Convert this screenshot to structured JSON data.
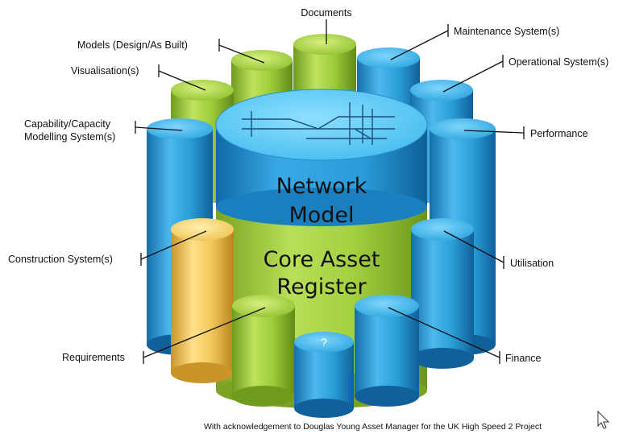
{
  "hub": {
    "network_model_line1": "Network",
    "network_model_line2": "Model",
    "core_register_line1": "Core Asset",
    "core_register_line2": "Register"
  },
  "labels": {
    "documents": "Documents",
    "models": "Models (Design/As Built)",
    "visualisation": "Visualisation(s)",
    "capability_line1": "Capability/Capacity",
    "capability_line2": "Modelling System(s)",
    "construction": "Construction System(s)",
    "requirements": "Requirements",
    "maintenance": "Maintenance System(s)",
    "operational": "Operational System(s)",
    "performance": "Performance",
    "utilisation": "Utilisation",
    "finance": "Finance",
    "unknown": "?"
  },
  "credit": "With acknowledgement to Douglas Young Asset Manager for the UK High Speed 2 Project",
  "colors": {
    "green": "#9ccc3a",
    "blue": "#2b9fd9",
    "yellow": "#f2c65a",
    "disc": "#4fc3f0"
  },
  "icons": [
    "cursor-pointer-icon"
  ]
}
